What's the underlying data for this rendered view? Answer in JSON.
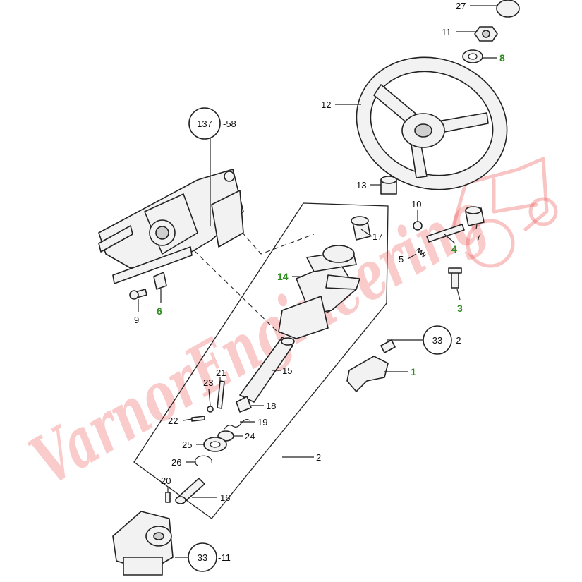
{
  "labels": {
    "p27": "27",
    "p11": "11",
    "p8": "8",
    "p12": "12",
    "p13": "13",
    "p17": "17",
    "p10": "10",
    "p7": "7",
    "p4": "4",
    "p5": "5",
    "p3": "3",
    "p14": "14",
    "p9": "9",
    "p6": "6",
    "p1": "1",
    "p15": "15",
    "p21": "21",
    "p23": "23",
    "p18": "18",
    "p22": "22",
    "p19": "19",
    "p25": "25",
    "p24": "24",
    "p26": "26",
    "p2": "2",
    "p20": "20",
    "p16": "16"
  },
  "refs": {
    "r137": {
      "circle": "137",
      "suffix": "-58"
    },
    "r33a": {
      "circle": "33",
      "suffix": "-2"
    },
    "r33b": {
      "circle": "33",
      "suffix": "-11"
    }
  },
  "watermark": {
    "text": "VarnorEngineering"
  },
  "colors": {
    "highlight": "#2e8b1f",
    "watermark": "#eb4646",
    "line": "#222222"
  }
}
